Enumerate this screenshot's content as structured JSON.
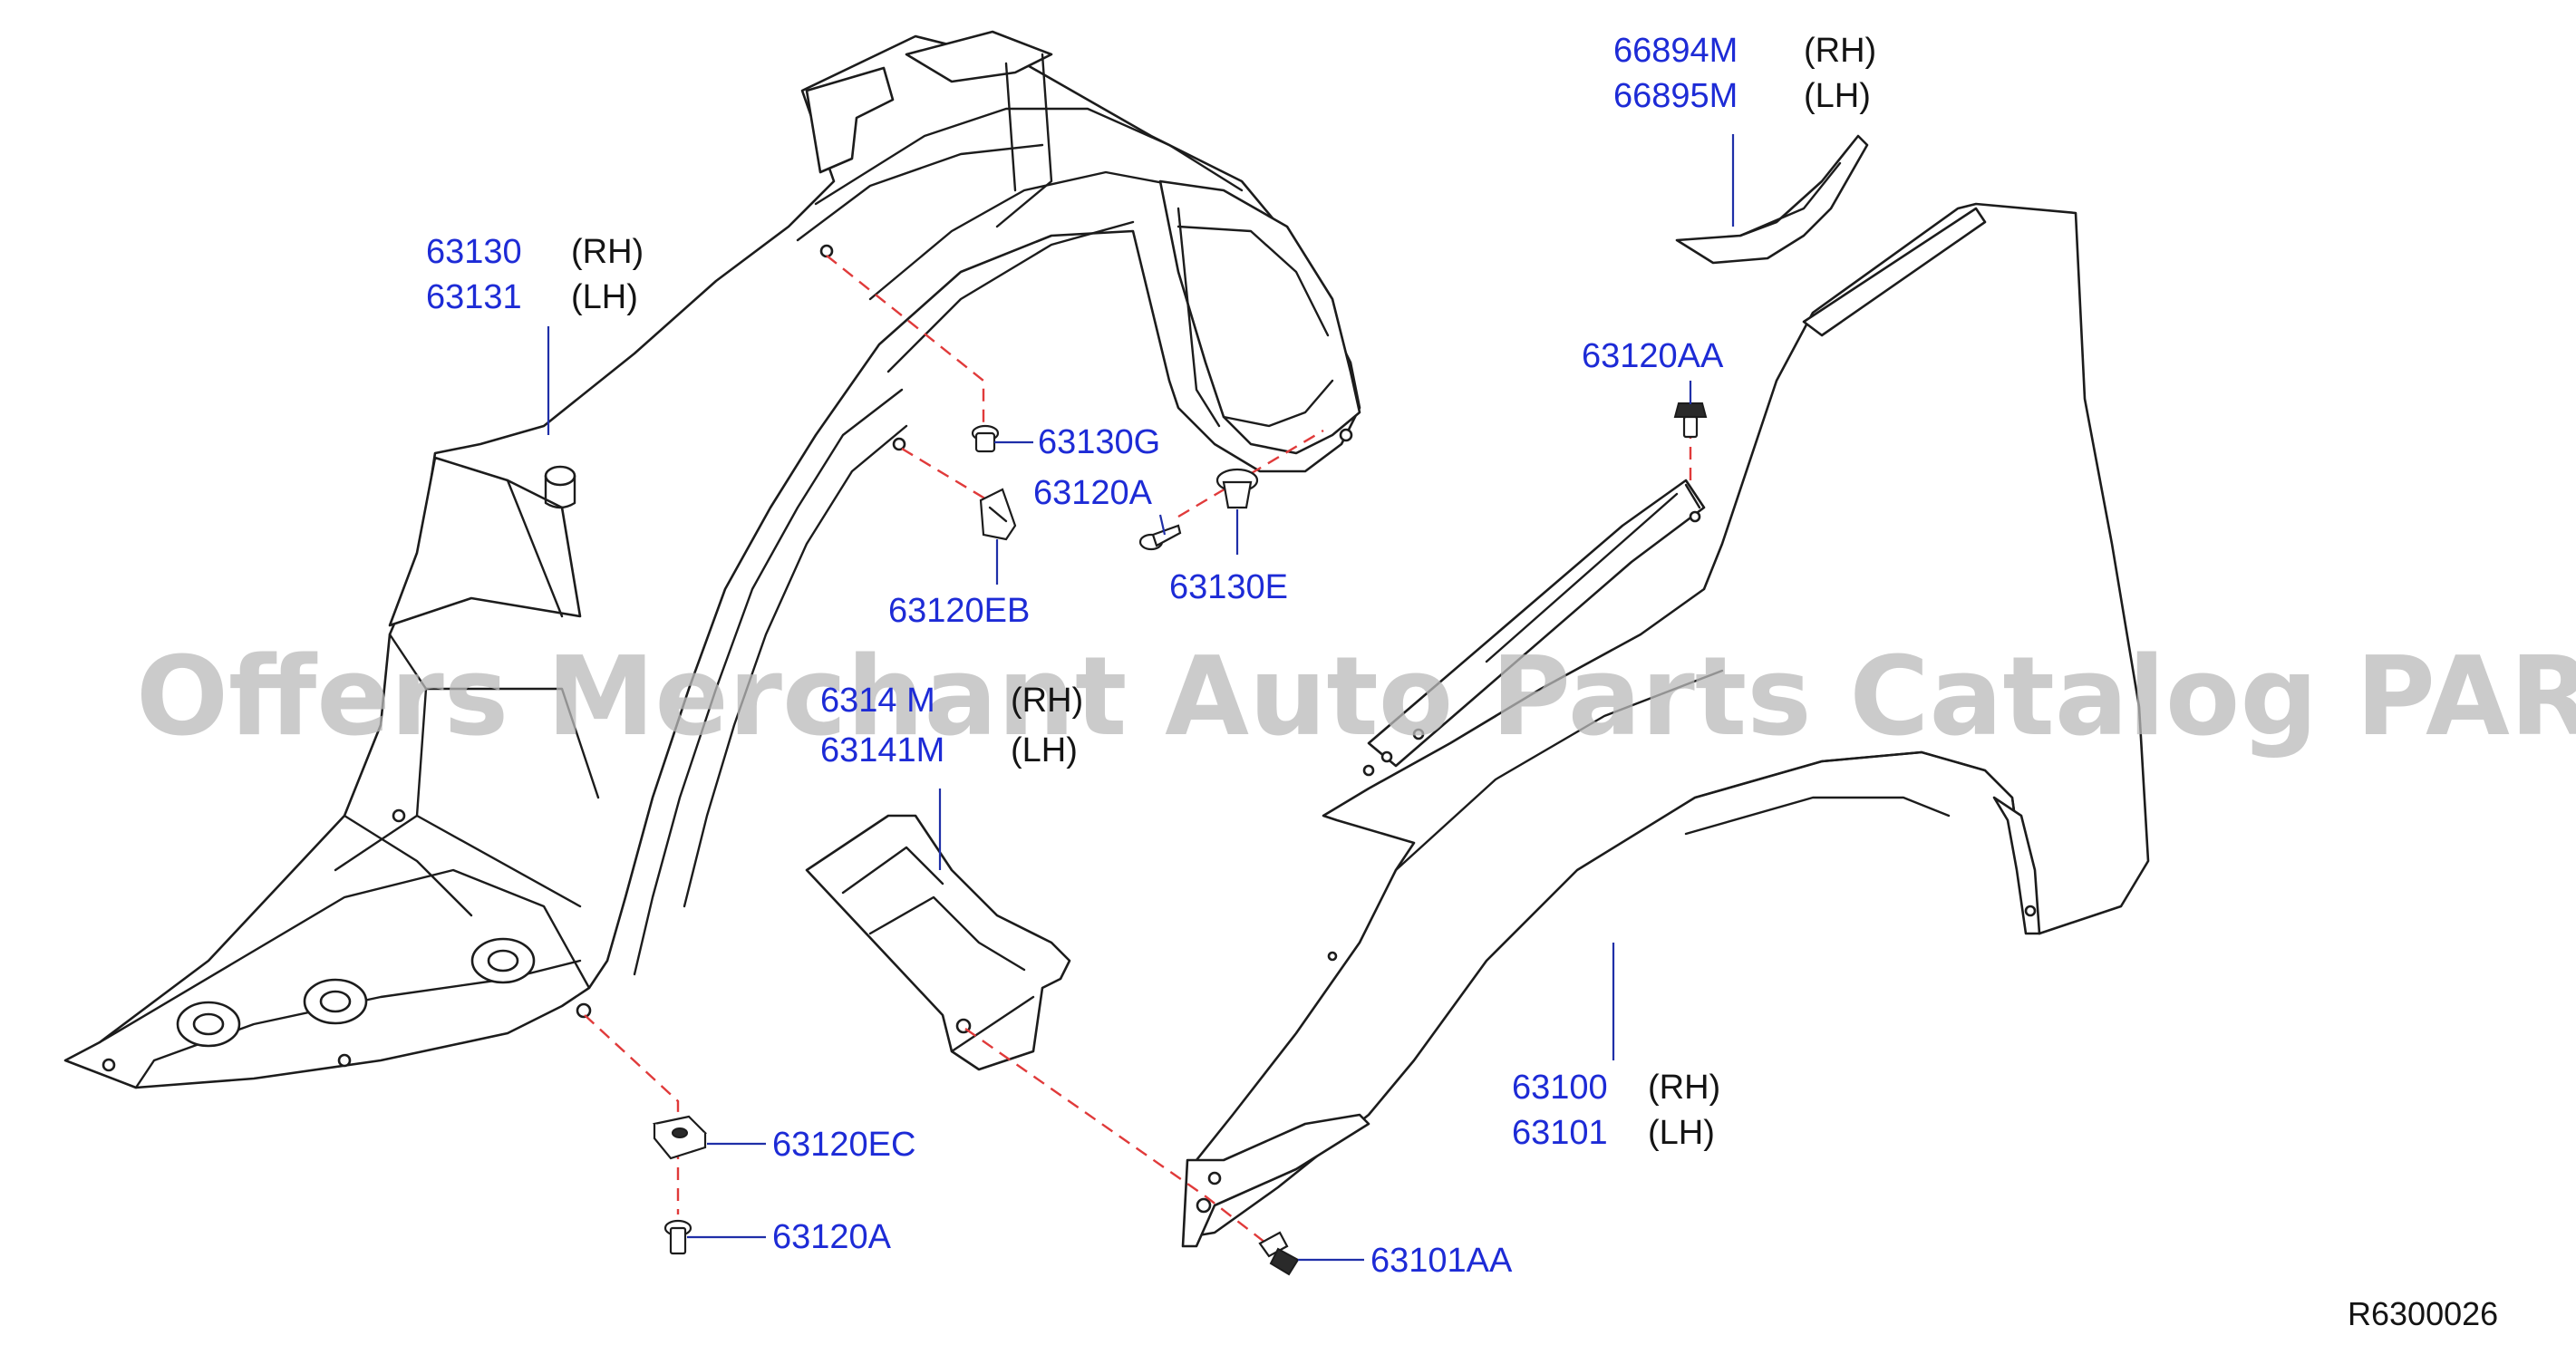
{
  "watermark": "Offers Merchant Auto Parts Catalog PARTSTORE.SA",
  "diagram_ref": "R6300026",
  "colors": {
    "part_number": "#1d2bd6",
    "leader": "#1f2fa8",
    "dashed_guide": "#e03a3a",
    "outline": "#1c1c1c",
    "watermark": "#b9b9b9"
  },
  "callouts": {
    "protector": {
      "rh": "63130",
      "rh_side": "(RH)",
      "lh": "63131",
      "lh_side": "(LH)"
    },
    "clip_g": {
      "pn": "63130G"
    },
    "screw_a_upper": {
      "pn": "63120A"
    },
    "clip_e": {
      "pn": "63130E"
    },
    "clip_eb": {
      "pn": "63120EB"
    },
    "cover": {
      "rh": "6314 M",
      "rh_side": "(RH)",
      "lh": "63141M",
      "lh_side": "(LH)"
    },
    "nut_ec": {
      "pn": "63120EC"
    },
    "screw_a_lower": {
      "pn": "63120A"
    },
    "molding": {
      "rh": "66894M",
      "rh_side": "(RH)",
      "lh": "66895M",
      "lh_side": "(LH)"
    },
    "bolt_aa": {
      "pn": "63120AA"
    },
    "fender": {
      "rh": "63100",
      "rh_side": "(RH)",
      "lh": "63101",
      "lh_side": "(LH)"
    },
    "bolt_101aa": {
      "pn": "63101AA"
    }
  }
}
